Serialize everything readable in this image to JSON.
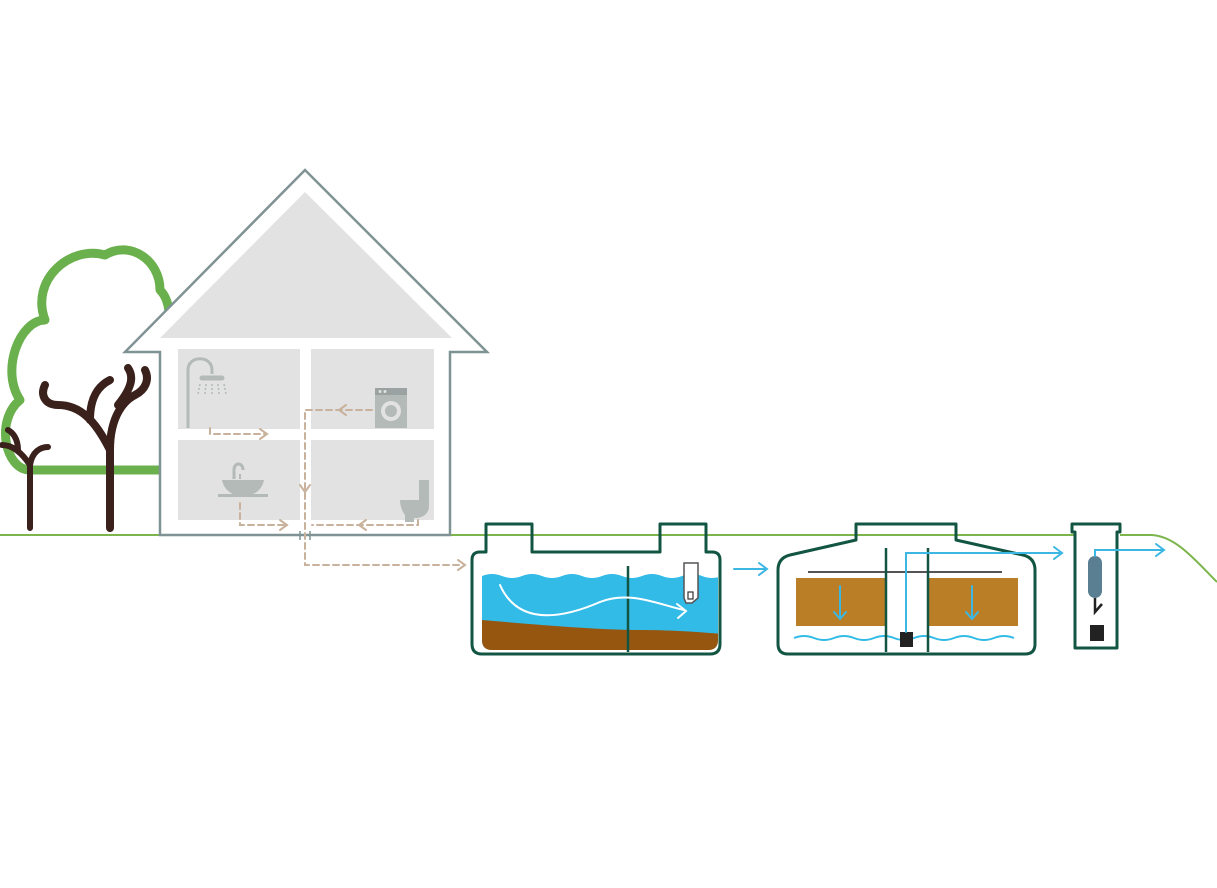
{
  "colors": {
    "background": "#ffffff",
    "house_outline": "#7f9294",
    "house_fill": "#e1e2e1",
    "room_fill": "#e1e2e1",
    "fixture": "#b3bab8",
    "drain_pipe": "#c9b29c",
    "ground_line": "#7cb54c",
    "tree_canopy": "#6ab04c",
    "tree_trunk": "#3a211b",
    "tank_outline": "#135543",
    "water": "#33bbe8",
    "sludge": "#96560f",
    "filter_media": "#ba7f26",
    "flow_arrow": "#3cb6e2",
    "pump": "#222222"
  },
  "icons": {
    "shower": "shower-icon",
    "washing_machine": "washing-machine-icon",
    "sink": "sink-icon",
    "toilet": "toilet-icon",
    "tree_large": "tree-icon",
    "tree_small": "tree-icon"
  },
  "diagram": {
    "stages": [
      "house",
      "septic-tank",
      "biofilter",
      "sampling-chamber"
    ]
  }
}
